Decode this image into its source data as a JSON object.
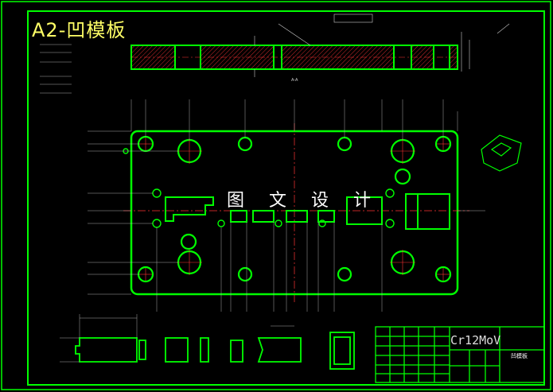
{
  "title": "A2-凹模板",
  "watermark": "图 文 设 计",
  "title_block": {
    "material": "Cr12MoV",
    "drawing_name": "凹模板"
  },
  "section_label": "A-A",
  "colors": {
    "background": "#000000",
    "frame": "#00ff00",
    "outline": "#00ff00",
    "centerline": "#ff3333",
    "dimension": "#cccccc",
    "title": "#ffff66",
    "hatch": "#ff3333"
  }
}
